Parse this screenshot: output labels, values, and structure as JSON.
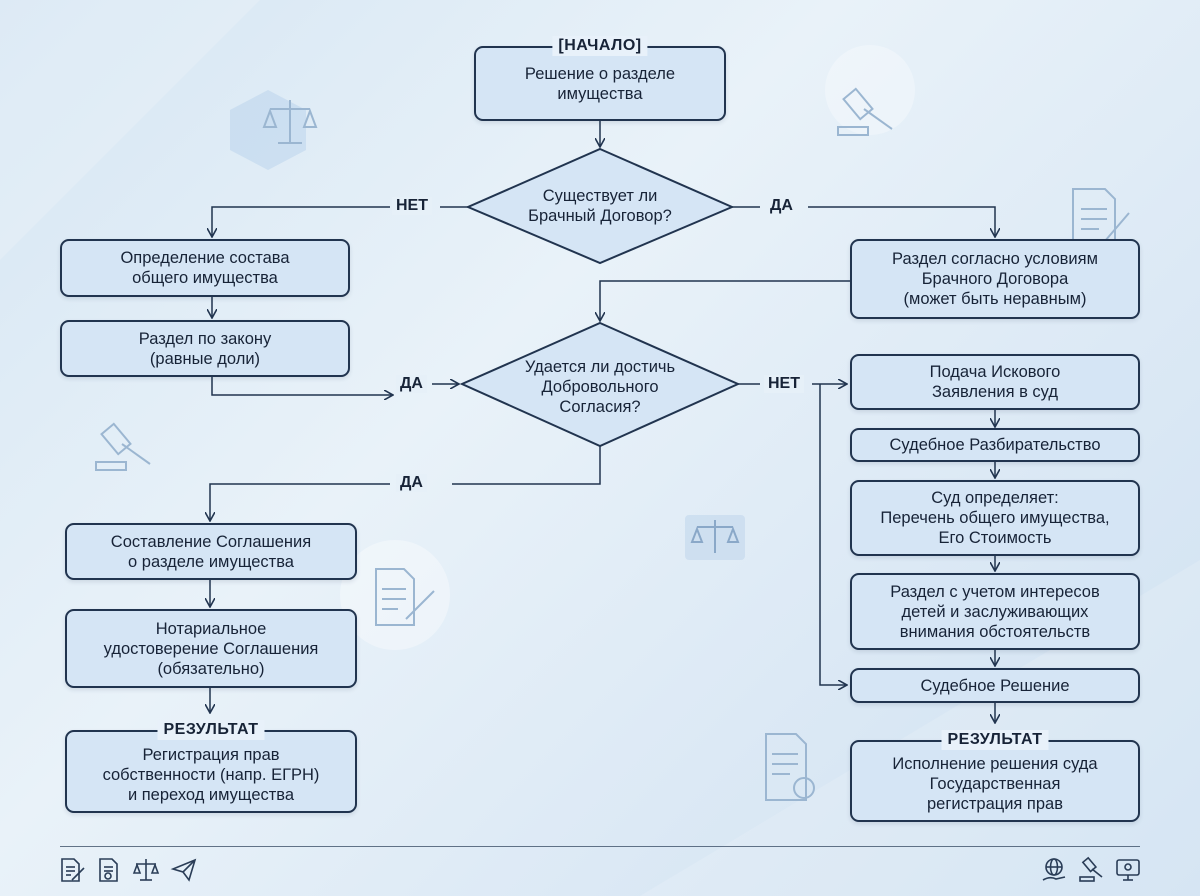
{
  "start": {
    "tag": "[НАЧАЛО]",
    "lines": [
      "Решение о разделе",
      "имущества"
    ]
  },
  "decision1": {
    "lines": [
      "Существует ли",
      "Брачный Договор?"
    ],
    "no_label": "НЕТ",
    "yes_label": "ДА"
  },
  "left_branch": {
    "step1": [
      "Определение состава",
      "общего имущества"
    ],
    "step2": [
      "Раздел по закону",
      "(равные доли)"
    ],
    "to_decision_label": "ДА"
  },
  "right_branch": {
    "contract_split": [
      "Раздел согласно условиям",
      "Брачного Договора",
      "(может быть неравным)"
    ]
  },
  "decision2": {
    "lines": [
      "Удается ли достичь",
      "Добровольного",
      "Согласия?"
    ],
    "yes_label": "ДА",
    "no_label": "НЕТ"
  },
  "agreement_path": {
    "step1": [
      "Составление Соглашения",
      "о разделе имущества"
    ],
    "step2": [
      "Нотариальное",
      "удостоверение Соглашения",
      "(обязательно)"
    ],
    "result_tag": "РЕЗУЛЬТАТ",
    "result": [
      "Регистрация прав",
      "собственности (напр. ЕГРН)",
      "и переход имущества"
    ]
  },
  "court_path": {
    "step1": [
      "Подача Искового",
      "Заявления в суд"
    ],
    "step2": [
      "Судебное Разбирательство"
    ],
    "step3": [
      "Суд определяет:",
      "Перечень общего имущества,",
      "Его Стоимость"
    ],
    "step4": [
      "Раздел с учетом интересов",
      "детей и заслуживающих",
      "внимания обстоятельств"
    ],
    "step5": [
      "Судебное Решение"
    ],
    "result_tag": "РЕЗУЛЬТАТ",
    "result": [
      "Исполнение решения суда",
      "Государственная",
      "регистрация прав"
    ]
  },
  "footer_icons_left": [
    "document-edit-icon",
    "certificate-icon",
    "scales-icon",
    "paper-plane-icon"
  ],
  "footer_icons_right": [
    "globe-hand-icon",
    "gavel-icon",
    "monitor-icon"
  ],
  "colors": {
    "box_fill": "#d5e5f5",
    "border": "#21344f",
    "text": "#172337"
  }
}
